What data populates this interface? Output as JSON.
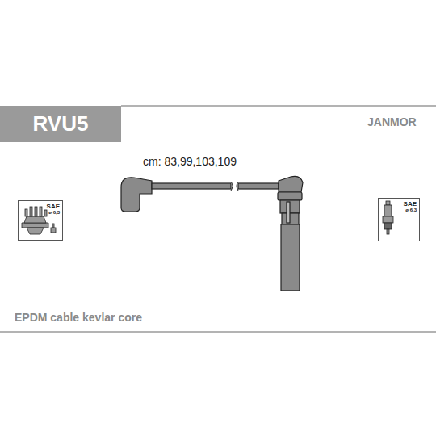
{
  "diagram": {
    "nodes": [
      {
        "text": [
          "RVU5"
        ]
      },
      {
        "text": [
          "SAE",
          "ø 6,3"
        ]
      },
      {
        "text": [
          "SAE",
          "ø 6,3"
        ]
      }
    ],
    "labels": [
      "JANMOR",
      "cm: 83,99,103,109",
      "EPDM cable kevlar core"
    ]
  }
}
